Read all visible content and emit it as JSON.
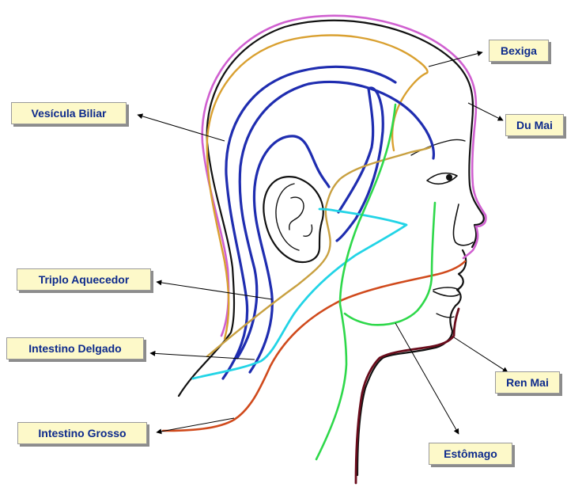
{
  "labels": {
    "bexiga": "Bexiga",
    "du_mai": "Du Mai",
    "vesicula_biliar": "Vesícula Biliar",
    "triplo_aquecedor": "Triplo Aquecedor",
    "intestino_delgado": "Intestino Delgado",
    "intestino_grosso": "Intestino Grosso",
    "ren_mai": "Ren Mai",
    "estomago": "Estômago"
  },
  "colors": {
    "bexiga": "#d9a030",
    "du_mai": "#d060d0",
    "vesicula_biliar": "#1f2db0",
    "triplo_aquecedor": "#c8a040",
    "intestino_delgado": "#22d4e6",
    "intestino_grosso": "#d04a1c",
    "ren_mai": "#6a0c1c",
    "estomago": "#2ed84a",
    "outline": "#111111",
    "label_fill": "#fdf9c9",
    "label_text": "#0d2a8c"
  }
}
